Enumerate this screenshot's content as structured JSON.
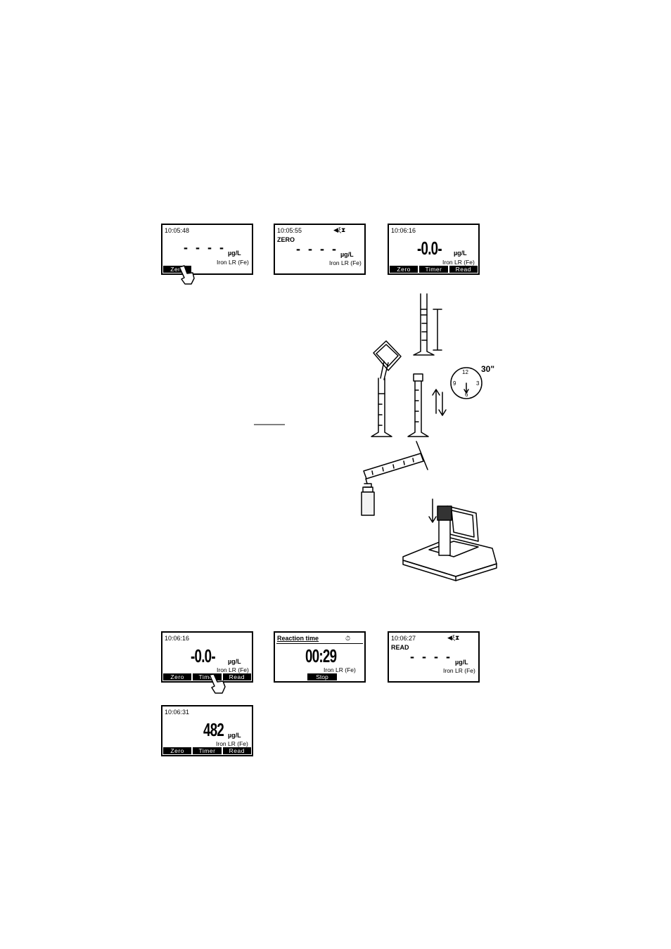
{
  "screens": {
    "s1": {
      "time": "10:05:48",
      "dashes": "- - - -",
      "unit": "µg/L",
      "param": "Iron LR (Fe)",
      "key": "Zero"
    },
    "s2": {
      "time": "10:05:55",
      "mode": "ZERO",
      "icons": "◀ξ⧗",
      "dashes": "- - - -",
      "unit": "µg/L",
      "param": "Iron LR (Fe)"
    },
    "s3": {
      "time": "10:06:16",
      "value": "-0.0-",
      "unit": "µg/L",
      "param": "Iron LR (Fe)",
      "keys": [
        "Zero",
        "Timer",
        "Read"
      ]
    },
    "s4": {
      "time": "10:06:16",
      "value": "-0.0-",
      "unit": "µg/L",
      "param": "Iron LR (Fe)",
      "keys": [
        "Zero",
        "Timer",
        "Read"
      ]
    },
    "s5": {
      "title": "Reaction time",
      "timer_icon": "⏱",
      "value": "00:29",
      "param": "Iron LR (Fe)",
      "key": "Stop"
    },
    "s6": {
      "time": "10:06:27",
      "mode": "READ",
      "icons": "◀ξ⧗",
      "dashes": "- - - -",
      "unit": "µg/L",
      "param": "Iron LR (Fe)"
    },
    "s7": {
      "time": "10:06:31",
      "value": "482",
      "unit": "µg/L",
      "param": "Iron LR (Fe)",
      "keys": [
        "Zero",
        "Timer",
        "Read"
      ]
    }
  },
  "illustration": {
    "shake_time": "30\"",
    "clock_numbers": [
      "12",
      "3",
      "6",
      "9"
    ]
  }
}
